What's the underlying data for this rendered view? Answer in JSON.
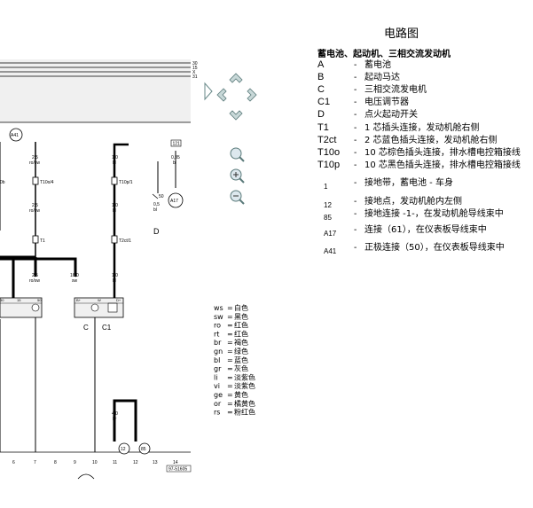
{
  "page_title": "电路图",
  "section_title": "蓄电池、起动机、三相交流发动机",
  "components": [
    {
      "code": "A",
      "desc": "蓄电池"
    },
    {
      "code": "B",
      "desc": "起动马达"
    },
    {
      "code": "C",
      "desc": "三相交流发电机"
    },
    {
      "code": "C1",
      "desc": "电压调节器"
    },
    {
      "code": "D",
      "desc": "点火起动开关"
    },
    {
      "code": "T1",
      "desc": "1 芯插头连接，发动机舱右侧"
    },
    {
      "code": "T2ct",
      "desc": "2 芯蓝色插头连接，发动机舱右侧"
    },
    {
      "code": "T10o",
      "desc": "10 芯棕色插头连接，排水槽电控箱接线"
    },
    {
      "code": "T10p",
      "desc": "10 芯黑色插头连接，排水槽电控箱接线"
    },
    {
      "code": "1",
      "desc": "接地带，蓄电池 - 车身"
    },
    {
      "code": "12",
      "desc": "接地点，发动机舱内左侧"
    },
    {
      "code": "85",
      "desc": "接地连接 -1-，在发动机舱导线束中"
    },
    {
      "code": "A17",
      "desc": "连接（61），在仪表板导线束中"
    },
    {
      "code": "A41",
      "desc": "正极连接（50），在仪表板导线束中"
    }
  ],
  "colors": [
    {
      "code": "ws",
      "name": "白色"
    },
    {
      "code": "sw",
      "name": "黑色"
    },
    {
      "code": "ro",
      "name": "红色"
    },
    {
      "code": "rt",
      "name": "红色"
    },
    {
      "code": "br",
      "name": "褐色"
    },
    {
      "code": "gn",
      "name": "绿色"
    },
    {
      "code": "bl",
      "name": "蓝色"
    },
    {
      "code": "gr",
      "name": "灰色"
    },
    {
      "code": "li",
      "name": "淡紫色"
    },
    {
      "code": "vi",
      "name": "淡紫色"
    },
    {
      "code": "ge",
      "name": "黄色"
    },
    {
      "code": "or",
      "name": "橘黄色"
    },
    {
      "code": "rs",
      "name": "粉红色"
    }
  ],
  "rail_labels": [
    "30",
    "15",
    "X",
    "31"
  ],
  "wires": {
    "w1_size": "2,5",
    "w1_color": "ro/sw",
    "w2_size": "2,5",
    "w2_color": "ro/sw",
    "w3_size": "2,5",
    "w3_color": "ro/sw",
    "w4_size": "16,0",
    "w4_color": "sw",
    "w5_size": "1,0",
    "w5_color": "bl",
    "w6_size": "1,0",
    "w6_color": "bl",
    "w7_size": "1,0",
    "w7_color": "bl",
    "w8_size": "0,35",
    "w8_color": "bl",
    "w9_size": "0,5",
    "w9_color": "bl",
    "w10_size": "4,0",
    "w10_color": "br",
    "left_size": "0",
    "left_color": "0b"
  },
  "connectors": {
    "a41": "A41",
    "a17": "A17",
    "ref_121": "121",
    "t10o4": "T10o/4",
    "t1": "T1",
    "t10p1": "T10p/1",
    "t2ct1": "T2ct/1",
    "d": "D",
    "d_num": "50",
    "g12": "12",
    "g85": "85"
  },
  "components_drawn": {
    "c_label": "C",
    "c1_label": "C1",
    "pin_b": "B+",
    "pin_w": "W",
    "pin_d": "D+",
    "pin_15": "15",
    "pin_30": "30",
    "pin_50": "50"
  },
  "columns": [
    "6",
    "7",
    "8",
    "9",
    "10",
    "11",
    "12",
    "13",
    "14"
  ],
  "drawing_id": "97-51605",
  "nav_icons": [
    "arrow-right-icon",
    "arrow-up-left-icon",
    "arrow-up-right-icon",
    "arrow-left-icon",
    "arrow-down-icon",
    "zoom-icon",
    "zoom-in-icon",
    "zoom-out-icon"
  ]
}
